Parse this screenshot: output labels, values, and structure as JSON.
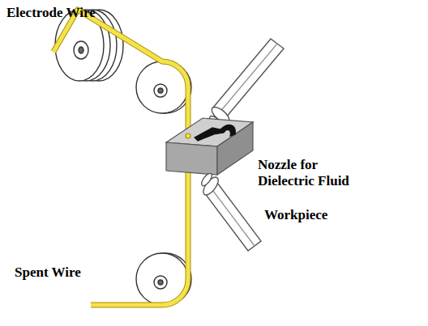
{
  "diagram": {
    "labels": [
      "Electrode Wire",
      "Nozzle for Dielectric Fluid",
      "Workpiece",
      "Spent Wire"
    ]
  }
}
